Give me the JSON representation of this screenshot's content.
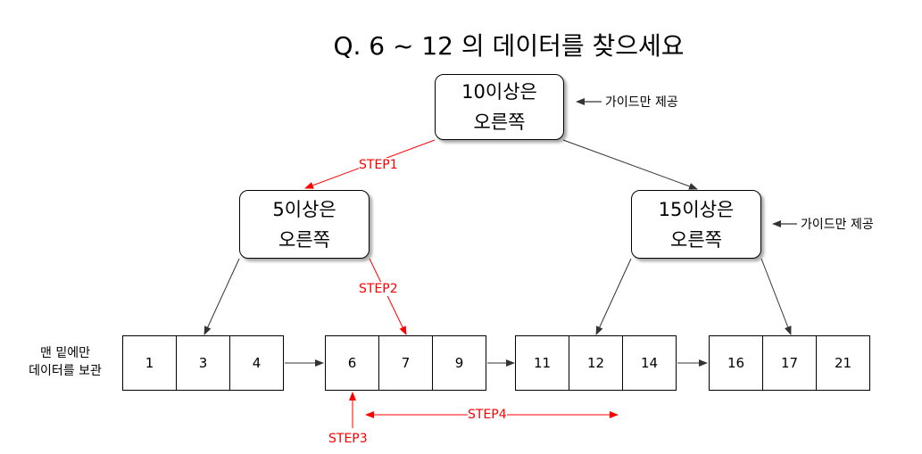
{
  "title": "Q. 6 ~ 12 의 데이터를 찾으세요",
  "nodes": {
    "root": {
      "line1": "10이상은",
      "line2": "오른쪽"
    },
    "left": {
      "line1": "5이상은",
      "line2": "오른쪽"
    },
    "right": {
      "line1": "15이상은",
      "line2": "오른쪽"
    }
  },
  "guide_note": "가이드만 제공",
  "leaf_note": {
    "line1": "맨 밑에만",
    "line2": "데이터를 보관"
  },
  "leaves": [
    [
      "1",
      "3",
      "4"
    ],
    [
      "6",
      "7",
      "9"
    ],
    [
      "11",
      "12",
      "14"
    ],
    [
      "16",
      "17",
      "21"
    ]
  ],
  "steps": {
    "step1": "STEP1",
    "step2": "STEP2",
    "step3": "STEP3",
    "step4": "STEP4"
  },
  "colors": {
    "step": "#ff0000",
    "line": "#333333"
  }
}
